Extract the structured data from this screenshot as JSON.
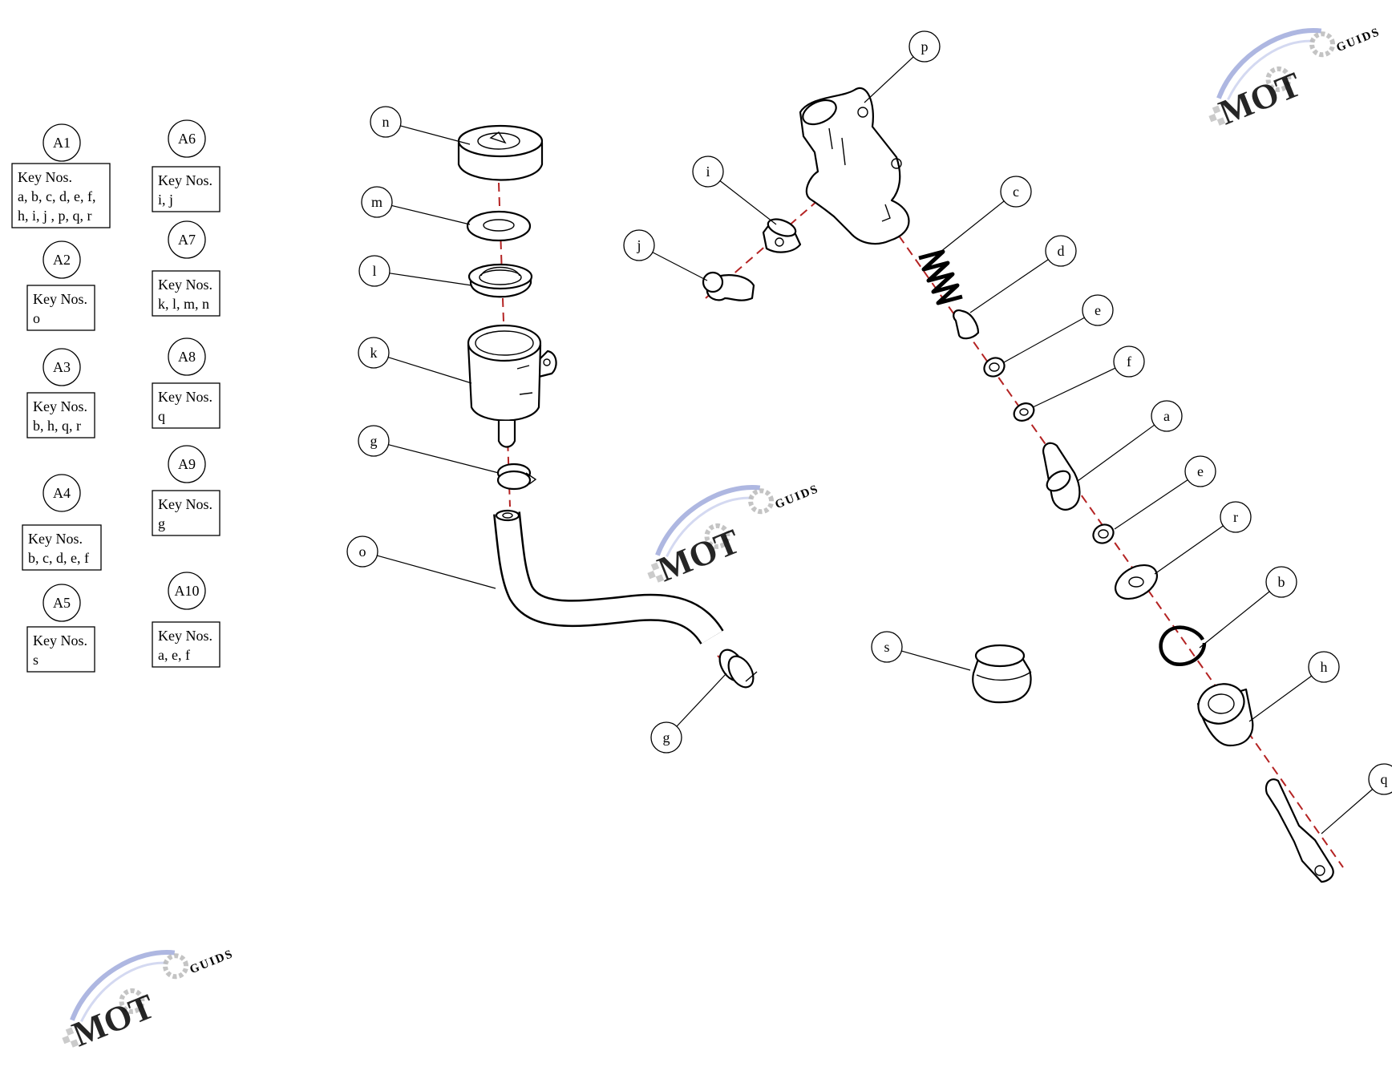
{
  "kits": [
    {
      "id": "A1",
      "title": "Key Nos.",
      "lines": [
        "a, b, c, d, e, f,",
        "h, i, j , p, q, r"
      ]
    },
    {
      "id": "A2",
      "title": "Key Nos.",
      "lines": [
        "o"
      ]
    },
    {
      "id": "A3",
      "title": "Key Nos.",
      "lines": [
        "b, h, q, r"
      ]
    },
    {
      "id": "A4",
      "title": "Key Nos.",
      "lines": [
        "b, c, d, e, f"
      ]
    },
    {
      "id": "A5",
      "title": "Key Nos.",
      "lines": [
        "s"
      ]
    },
    {
      "id": "A6",
      "title": "Key Nos.",
      "lines": [
        "i, j"
      ]
    },
    {
      "id": "A7",
      "title": "Key Nos.",
      "lines": [
        "k, l, m, n"
      ]
    },
    {
      "id": "A8",
      "title": "Key Nos.",
      "lines": [
        "q"
      ]
    },
    {
      "id": "A9",
      "title": "Key Nos.",
      "lines": [
        "g"
      ]
    },
    {
      "id": "A10",
      "title": "Key Nos.",
      "lines": [
        "a, e, f"
      ]
    }
  ],
  "callouts": [
    "n",
    "m",
    "l",
    "k",
    "g",
    "o",
    "g",
    "p",
    "i",
    "j",
    "c",
    "d",
    "e",
    "f",
    "a",
    "e",
    "r",
    "b",
    "h",
    "q",
    "s"
  ],
  "watermark": {
    "letters": "MOT",
    "subtext": "GUIDS",
    "colors": {
      "text": "#e8a7a7",
      "swoosh": "#9aa5da",
      "gear": "#b5b5b5"
    }
  },
  "colors": {
    "explode_axis": "#b42323",
    "line": "#000000"
  }
}
